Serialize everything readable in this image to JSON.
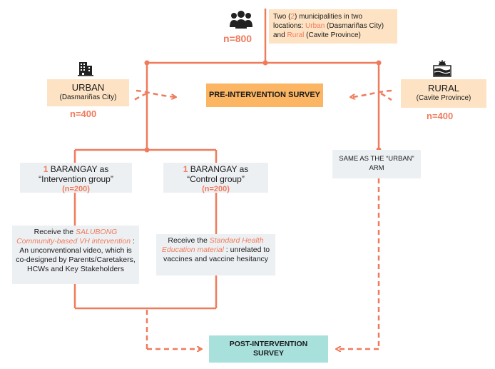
{
  "population": {
    "n": "n=800",
    "description": {
      "pre": "Two (",
      "num": "2",
      "mid1": ") municipalities in two locations: ",
      "urban": "Urban",
      "mid2": " (Dasmariñas City) and ",
      "rural": "Rural",
      "post": " (Cavite Province)"
    }
  },
  "urban": {
    "title": "URBAN",
    "place": "(Dasmariñas City)",
    "n": "n=400"
  },
  "rural": {
    "title": "RURAL",
    "place": "(Cavite Province)",
    "n": "n=400"
  },
  "pre_survey": "PRE-INTERVENTION SURVEY",
  "post_survey": {
    "line1": "POST-INTERVENTION",
    "line2": "SURVEY"
  },
  "intervention_group": {
    "count": "1",
    "line1": " BARANGAY as",
    "line2": "“Intervention group”",
    "n": "(n=200)"
  },
  "control_group": {
    "count": "1",
    "line1": " BARANGAY as",
    "line2": "“Control group”",
    "n": "(n=200)"
  },
  "rural_arm": {
    "line1": "SAME AS THE “URBAN”",
    "line2": "ARM"
  },
  "intervention_desc": {
    "pre": "Receive the ",
    "highlight": "SALUBONG Community-based VH intervention",
    "post": " : An unconventional video, which is co-designed by Parents/Caretakers, HCWs and Key Stakeholders"
  },
  "control_desc": {
    "pre": "Receive the ",
    "highlight": "Standard Health Education material",
    "post": " : unrelated to vaccines and vaccine hesitancy"
  },
  "colors": {
    "line": "#f07b5c",
    "peach": "#fde3c4",
    "pre_box": "#fbb563",
    "post_box": "#a8e0dc",
    "grey_box": "#edf0f3"
  },
  "icons": [
    "people-icon",
    "building-icon",
    "landscape-icon"
  ]
}
